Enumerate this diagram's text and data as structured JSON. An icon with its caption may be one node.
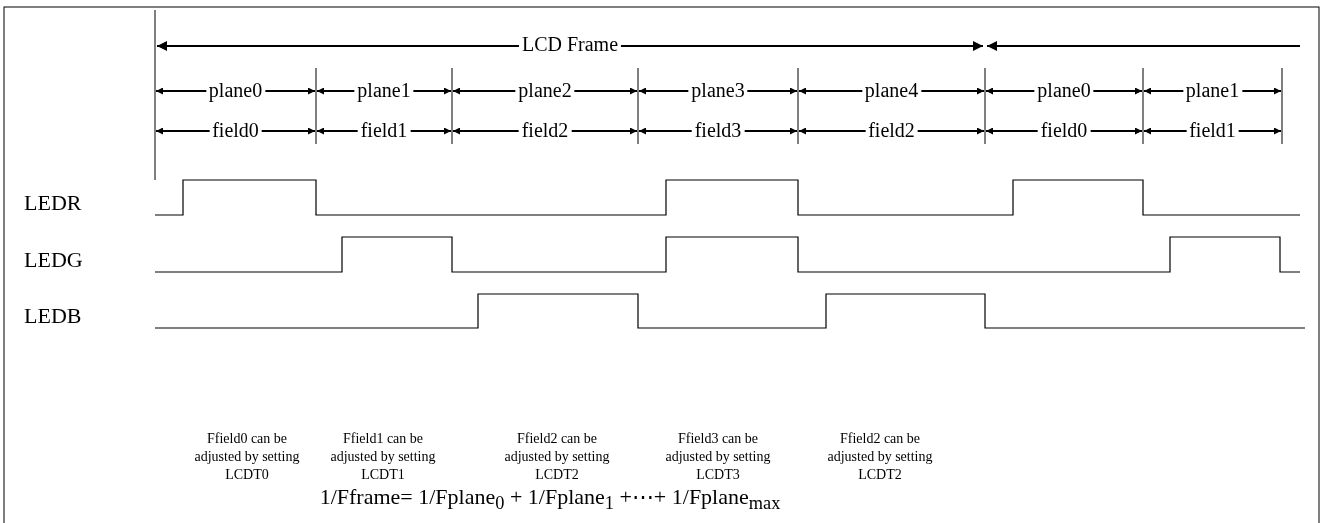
{
  "diagram": {
    "labels": [
      "LCD Frame",
      "plane0",
      "plane1",
      "plane2",
      "plane3",
      "plane4",
      "plane0",
      "plane1",
      "field0",
      "field1",
      "field2",
      "field3",
      "field2",
      "field0",
      "field1",
      "LEDR",
      "LEDG",
      "LEDB",
      "Ffield0 can be adjusted by setting LCDT0",
      "Ffield1 can be adjusted by setting LCDT1",
      "Ffield2 can be adjusted by setting LCDT2",
      "Ffield3 can be adjusted by setting LCDT3",
      "Ffield2 can be adjusted by setting LCDT2",
      "1/Fframe= 1/Fplane$_{0}$ + 1/Fplane$_{1}$ +⋯+ 1/Fplane$_{max}$"
    ]
  }
}
